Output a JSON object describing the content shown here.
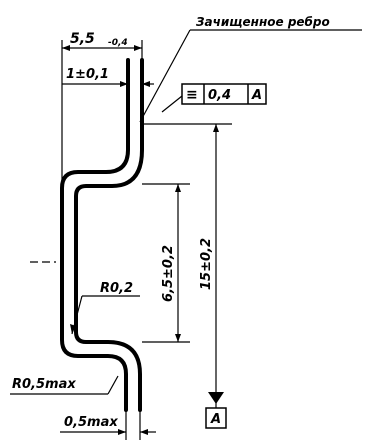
{
  "drawing": {
    "dimensions": {
      "width_overall": "5,5",
      "width_overall_tol": "-0,4",
      "wall_thickness": "1±0,1",
      "inner_height": "6,5±0,2",
      "total_height": "15±0,2",
      "inner_radius": "R0,2",
      "outer_radius": "R0,5max",
      "bottom_offset": "0,5max"
    },
    "annotations": {
      "edge_note": "Зачищенное ребро"
    },
    "tolerance_frame": {
      "symbol": "≡",
      "value": "0,4",
      "datum": "A"
    },
    "datum_box": {
      "label": "A"
    }
  }
}
